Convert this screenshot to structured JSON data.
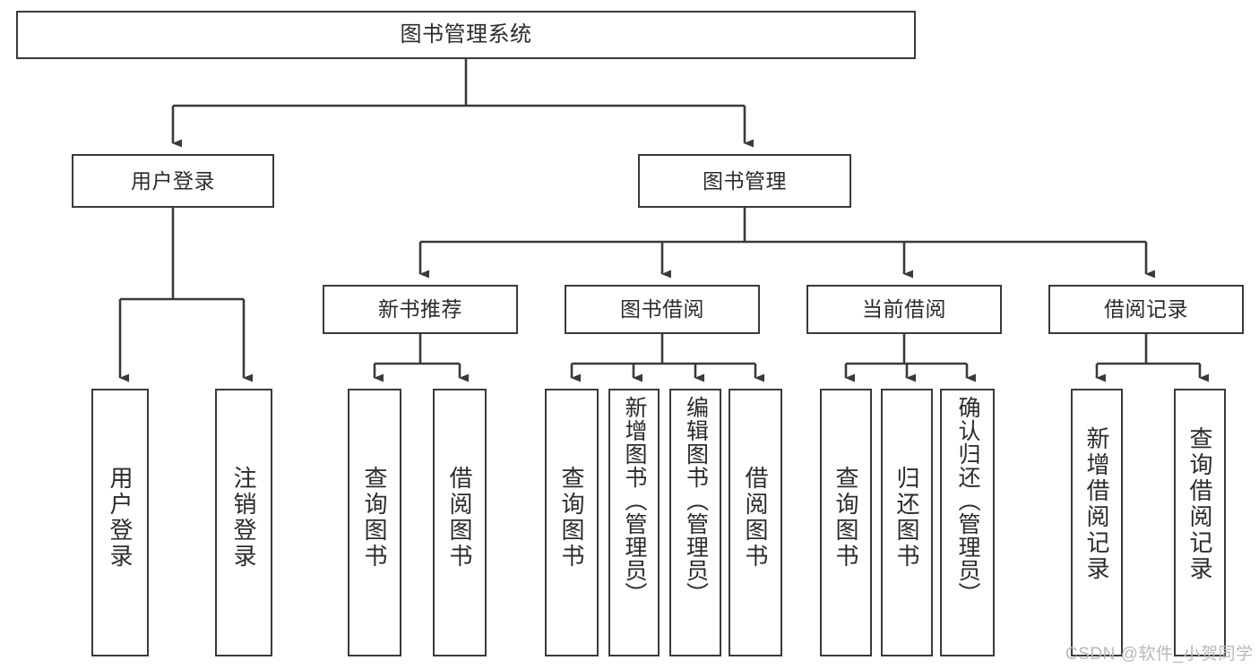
{
  "diagram": {
    "title": "图书管理系统",
    "root": {
      "label": "图书管理系统"
    },
    "level2": [
      {
        "label": "用户登录"
      },
      {
        "label": "图书管理"
      }
    ],
    "level3": [
      {
        "label": "新书推荐"
      },
      {
        "label": "图书借阅"
      },
      {
        "label": "当前借阅"
      },
      {
        "label": "借阅记录"
      }
    ],
    "leaves_user_login": [
      {
        "label": "用户登录"
      },
      {
        "label": "注销登录"
      }
    ],
    "leaves_new_book": [
      {
        "label": "查询图书"
      },
      {
        "label": "借阅图书"
      }
    ],
    "leaves_borrow": [
      {
        "label": "查询图书"
      },
      {
        "label": "新增图书（管理员）"
      },
      {
        "label": "编辑图书（管理员）"
      },
      {
        "label": "借阅图书"
      }
    ],
    "leaves_current": [
      {
        "label": "查询图书"
      },
      {
        "label": "归还图书"
      },
      {
        "label": "确认归还（管理员）"
      }
    ],
    "leaves_records": [
      {
        "label": "新增借阅记录"
      },
      {
        "label": "查询借阅记录"
      }
    ],
    "watermark": "CSDN @软件_小贺同学",
    "colors": {
      "stroke": "#3a3a3a",
      "text": "#2b2b2b",
      "background": "#ffffff",
      "watermark": "#b9b9b9"
    }
  }
}
